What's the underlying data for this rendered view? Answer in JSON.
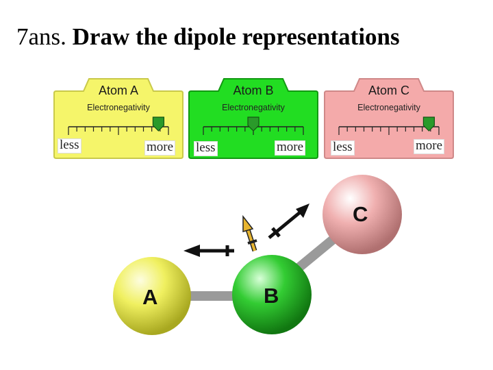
{
  "title": {
    "number": "7ans.",
    "text": "Draw the dipole representations"
  },
  "panels": [
    {
      "name": "Atom A",
      "subtitle": "Electronegativity",
      "less": "less",
      "more": "more",
      "color": "#f5f56a",
      "border": "#c9c94a",
      "level": 0.9
    },
    {
      "name": "Atom B",
      "subtitle": "Electronegativity",
      "less": "less",
      "more": "more",
      "color": "#22dd22",
      "border": "#119911",
      "level": 0.5
    },
    {
      "name": "Atom C",
      "subtitle": "Electronegativity",
      "less": "less",
      "more": "more",
      "color": "#f4aaaa",
      "border": "#cf8888",
      "level": 0.9
    }
  ],
  "atoms": {
    "a": "A",
    "b": "B",
    "c": "C"
  },
  "colors": {
    "atom_a": "#f0f060",
    "atom_b": "#33cc33",
    "atom_c": "#f0b0b0",
    "bond": "#9a9a9a",
    "net_dipole": "#e8b530"
  }
}
